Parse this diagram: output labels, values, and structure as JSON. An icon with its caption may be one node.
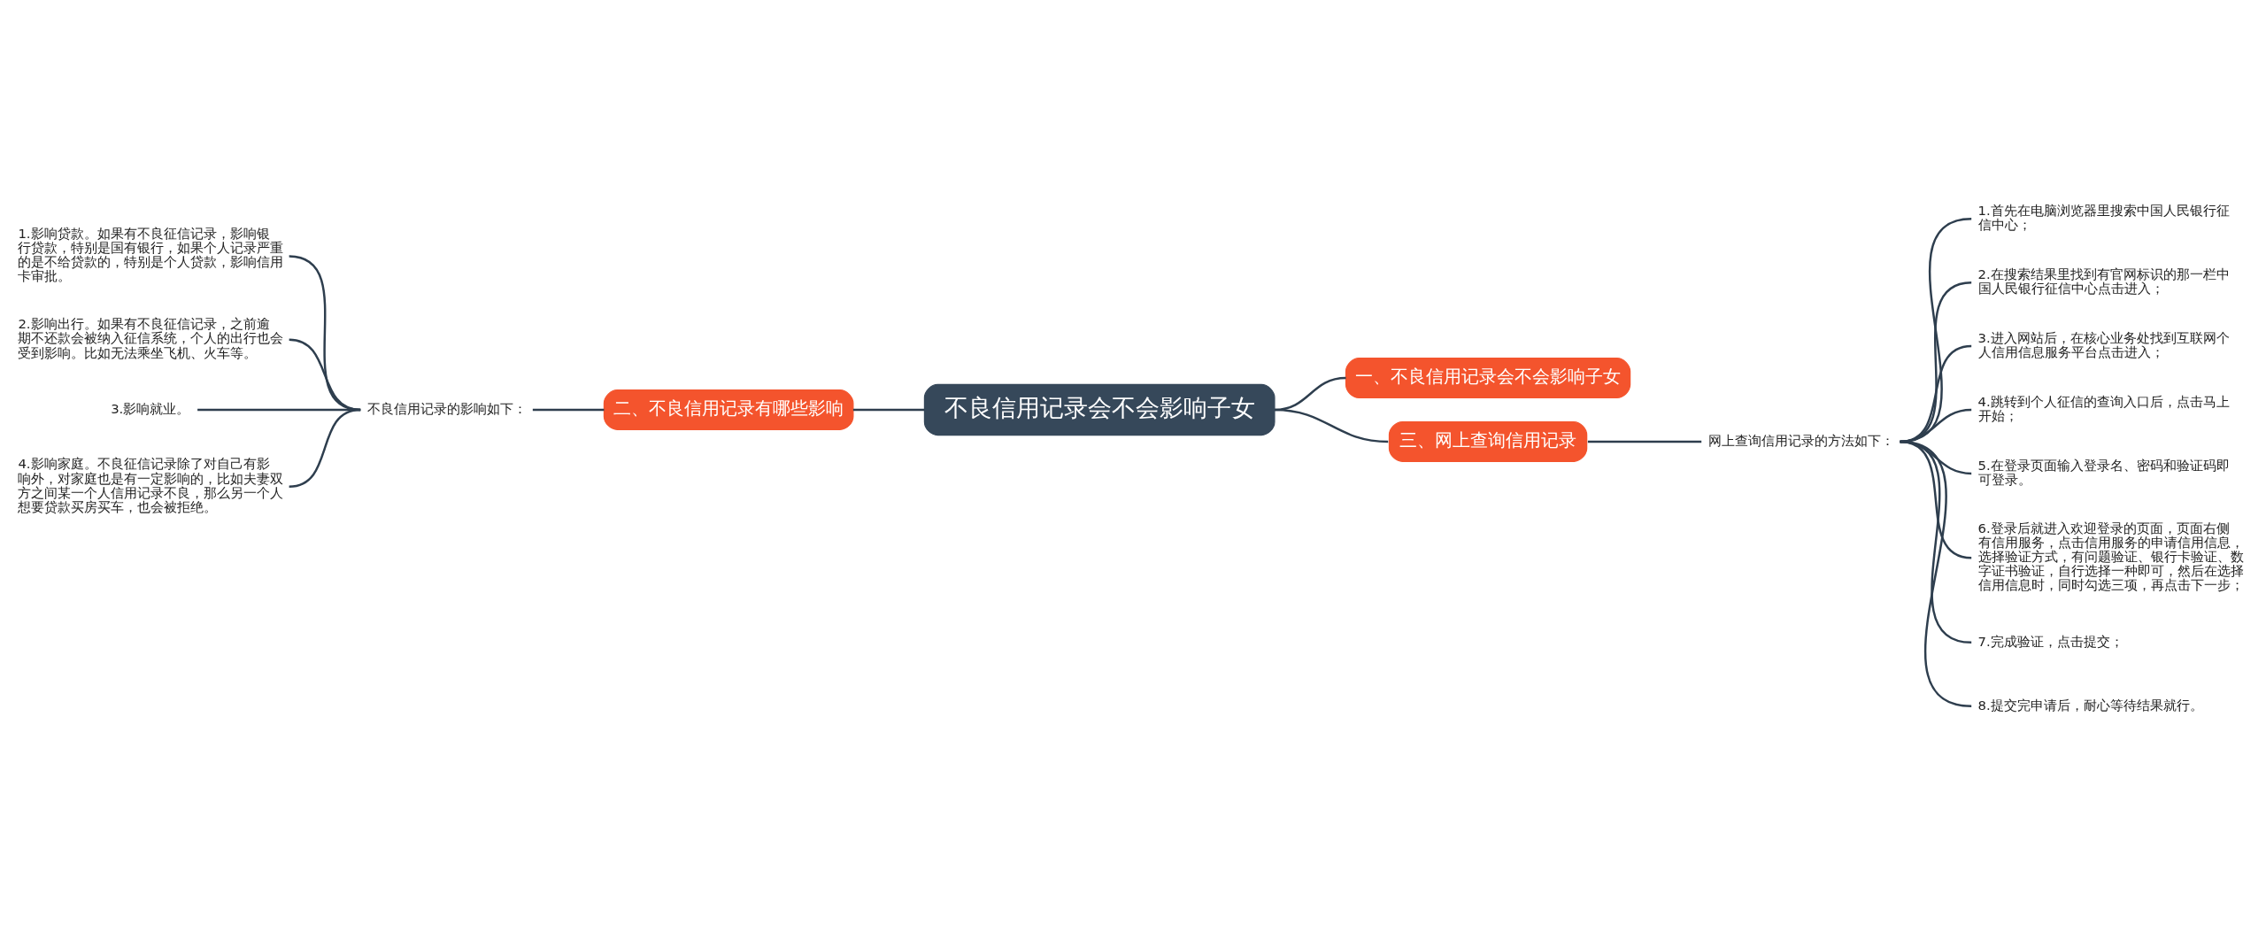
{
  "diagram": {
    "nodes": [
      {
        "text": [
          "不良信用记录会不会影响子女"
        ]
      },
      {
        "text": [
          "一、不良信用记录会不会影响子女"
        ]
      },
      {
        "text": [
          "二、不良信用记录有哪些影响"
        ]
      },
      {
        "text": [
          "三、网上查询信用记录"
        ]
      },
      {
        "text": [
          "不良信用记录的影响如下："
        ]
      },
      {
        "text": [
          "1.影响贷款。如果有不良征信记录，影响银行贷款，特别是国有银行，如果个人记录严重的是不给贷款的，特别是个人贷款，影响信用卡审批。"
        ]
      },
      {
        "text": [
          "2.影响出行。如果有不良征信记录，之前逾期不还款会被纳入征信系统，个人的出行也会受到影响。比如无法乘坐飞机、火车等。"
        ]
      },
      {
        "text": [
          "3.影响就业。"
        ]
      },
      {
        "text": [
          "4.影响家庭。不良征信记录除了对自己有影响外，对家庭也是有一定影响的，比如夫妻双方之间某一个人信用记录不良，那么另一个人想要贷款买房买车，也会被拒绝。"
        ]
      },
      {
        "text": [
          "网上查询信用记录的方法如下："
        ]
      },
      {
        "text": [
          "1.首先在电脑浏览器里搜索中国人民银行征信中心；"
        ]
      },
      {
        "text": [
          "2.在搜索结果里找到有官网标识的那一栏中国人民银行征信中心点击进入；"
        ]
      },
      {
        "text": [
          "3.进入网站后，在核心业务处找到互联网个人信用信息服务平台点击进入；"
        ]
      },
      {
        "text": [
          "4.跳转到个人征信的查询入口后，点击马上开始；"
        ]
      },
      {
        "text": [
          "5.在登录页面输入登录名、密码和验证码即可登录。"
        ]
      },
      {
        "text": [
          "6.登录后就进入欢迎登录的页面，页面右侧有信用服务，点击信用服务的申请信用信息，选择验证方式，有问题验证、银行卡验证、数字证书验证，自行选择一种即可，然后在选择信用信息时，同时勾选三项，再点击下一步；"
        ]
      },
      {
        "text": [
          "7.完成验证，点击提交；"
        ]
      },
      {
        "text": [
          "8.提交完申请后，耐心等待结果就行。"
        ]
      }
    ],
    "edges": [
      {
        "from": 0,
        "to": 1,
        "arrow": "none"
      },
      {
        "from": 0,
        "to": 2,
        "arrow": "none"
      },
      {
        "from": 0,
        "to": 3,
        "arrow": "none"
      },
      {
        "from": 2,
        "to": 4,
        "arrow": "none"
      },
      {
        "from": 4,
        "to": 5,
        "arrow": "none"
      },
      {
        "from": 4,
        "to": 6,
        "arrow": "none"
      },
      {
        "from": 4,
        "to": 7,
        "arrow": "none"
      },
      {
        "from": 4,
        "to": 8,
        "arrow": "none"
      },
      {
        "from": 3,
        "to": 9,
        "arrow": "none"
      },
      {
        "from": 9,
        "to": 10,
        "arrow": "none"
      },
      {
        "from": 9,
        "to": 11,
        "arrow": "none"
      },
      {
        "from": 9,
        "to": 12,
        "arrow": "none"
      },
      {
        "from": 9,
        "to": 13,
        "arrow": "none"
      },
      {
        "from": 9,
        "to": 14,
        "arrow": "none"
      },
      {
        "from": 9,
        "to": 15,
        "arrow": "none"
      },
      {
        "from": 9,
        "to": 16,
        "arrow": "none"
      },
      {
        "from": 9,
        "to": 17,
        "arrow": "none"
      }
    ]
  }
}
